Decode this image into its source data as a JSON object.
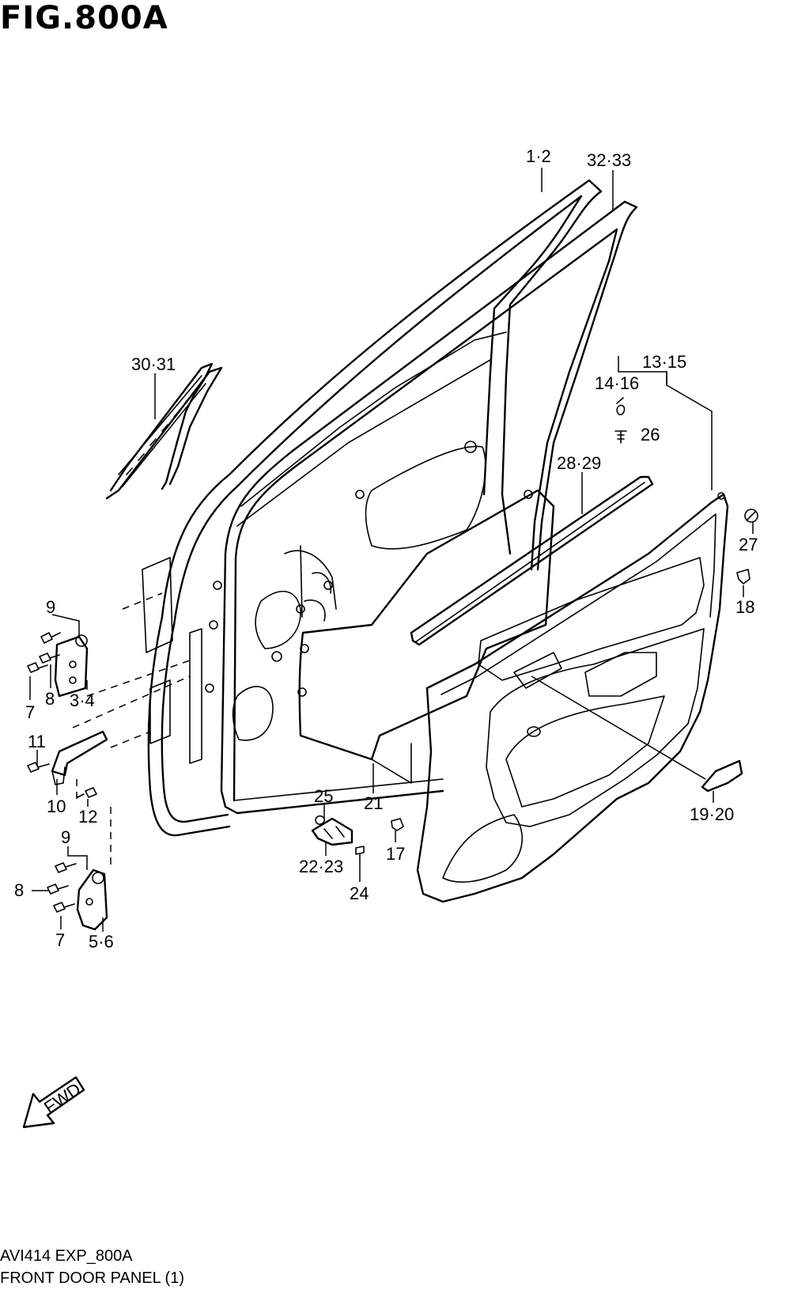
{
  "figure": {
    "title": "FIG.800A"
  },
  "footer": {
    "code": "AVI414 EXP_800A",
    "name": "FRONT DOOR PANEL (1)"
  },
  "fwd_arrow": {
    "text": "FWD"
  },
  "callouts": [
    {
      "id": "c-1-2",
      "text": "1·2"
    },
    {
      "id": "c-32-33",
      "text": "32·33"
    },
    {
      "id": "c-30-31",
      "text": "30·31"
    },
    {
      "id": "c-13-15",
      "text": "13·15"
    },
    {
      "id": "c-14-16",
      "text": "14·16"
    },
    {
      "id": "c-26",
      "text": "26"
    },
    {
      "id": "c-28-29",
      "text": "28·29"
    },
    {
      "id": "c-27",
      "text": "27"
    },
    {
      "id": "c-18",
      "text": "18"
    },
    {
      "id": "c-9a",
      "text": "9"
    },
    {
      "id": "c-7a",
      "text": "7"
    },
    {
      "id": "c-8a",
      "text": "8"
    },
    {
      "id": "c-3-4",
      "text": "3·4"
    },
    {
      "id": "c-11",
      "text": "11"
    },
    {
      "id": "c-10",
      "text": "10"
    },
    {
      "id": "c-12",
      "text": "12"
    },
    {
      "id": "c-9b",
      "text": "9"
    },
    {
      "id": "c-8b",
      "text": "8"
    },
    {
      "id": "c-7b",
      "text": "7"
    },
    {
      "id": "c-5-6",
      "text": "5·6"
    },
    {
      "id": "c-25",
      "text": "25"
    },
    {
      "id": "c-21",
      "text": "21"
    },
    {
      "id": "c-22-23",
      "text": "22·23"
    },
    {
      "id": "c-24",
      "text": "24"
    },
    {
      "id": "c-17",
      "text": "17"
    },
    {
      "id": "c-19-20",
      "text": "19·20"
    }
  ]
}
